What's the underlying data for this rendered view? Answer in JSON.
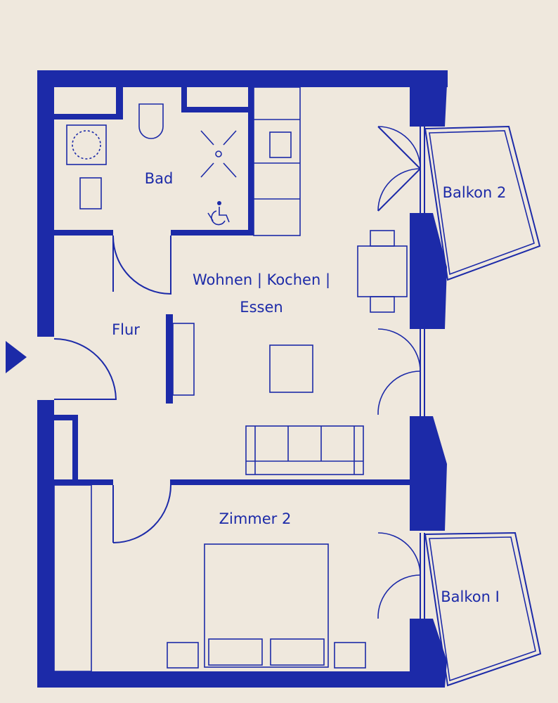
{
  "plan": {
    "colors": {
      "ink": "#1c2aa8",
      "background": "#efe8dd"
    },
    "rooms": {
      "bad": "Bad",
      "wohnen_line1": "Wohnen | Kochen |",
      "wohnen_line2": "Essen",
      "flur": "Flur",
      "zimmer2": "Zimmer 2",
      "balkon2": "Balkon 2",
      "balkon1": "Balkon I"
    },
    "icons": {
      "entrance": "entrance-arrow-icon",
      "accessible": "wheelchair-icon"
    }
  }
}
